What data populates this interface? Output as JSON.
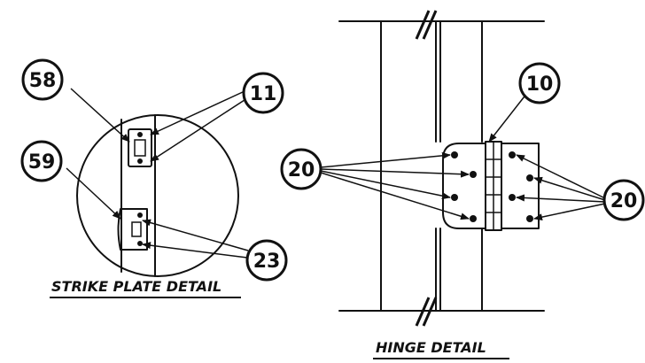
{
  "strike_detail": {
    "title": "STRIKE PLATE DETAIL",
    "callouts": {
      "a": "58",
      "b": "59",
      "c": "11",
      "d": "23"
    }
  },
  "hinge_detail": {
    "title": "HINGE DETAIL",
    "callouts": {
      "top": "10",
      "left": "20",
      "right": "20"
    }
  }
}
